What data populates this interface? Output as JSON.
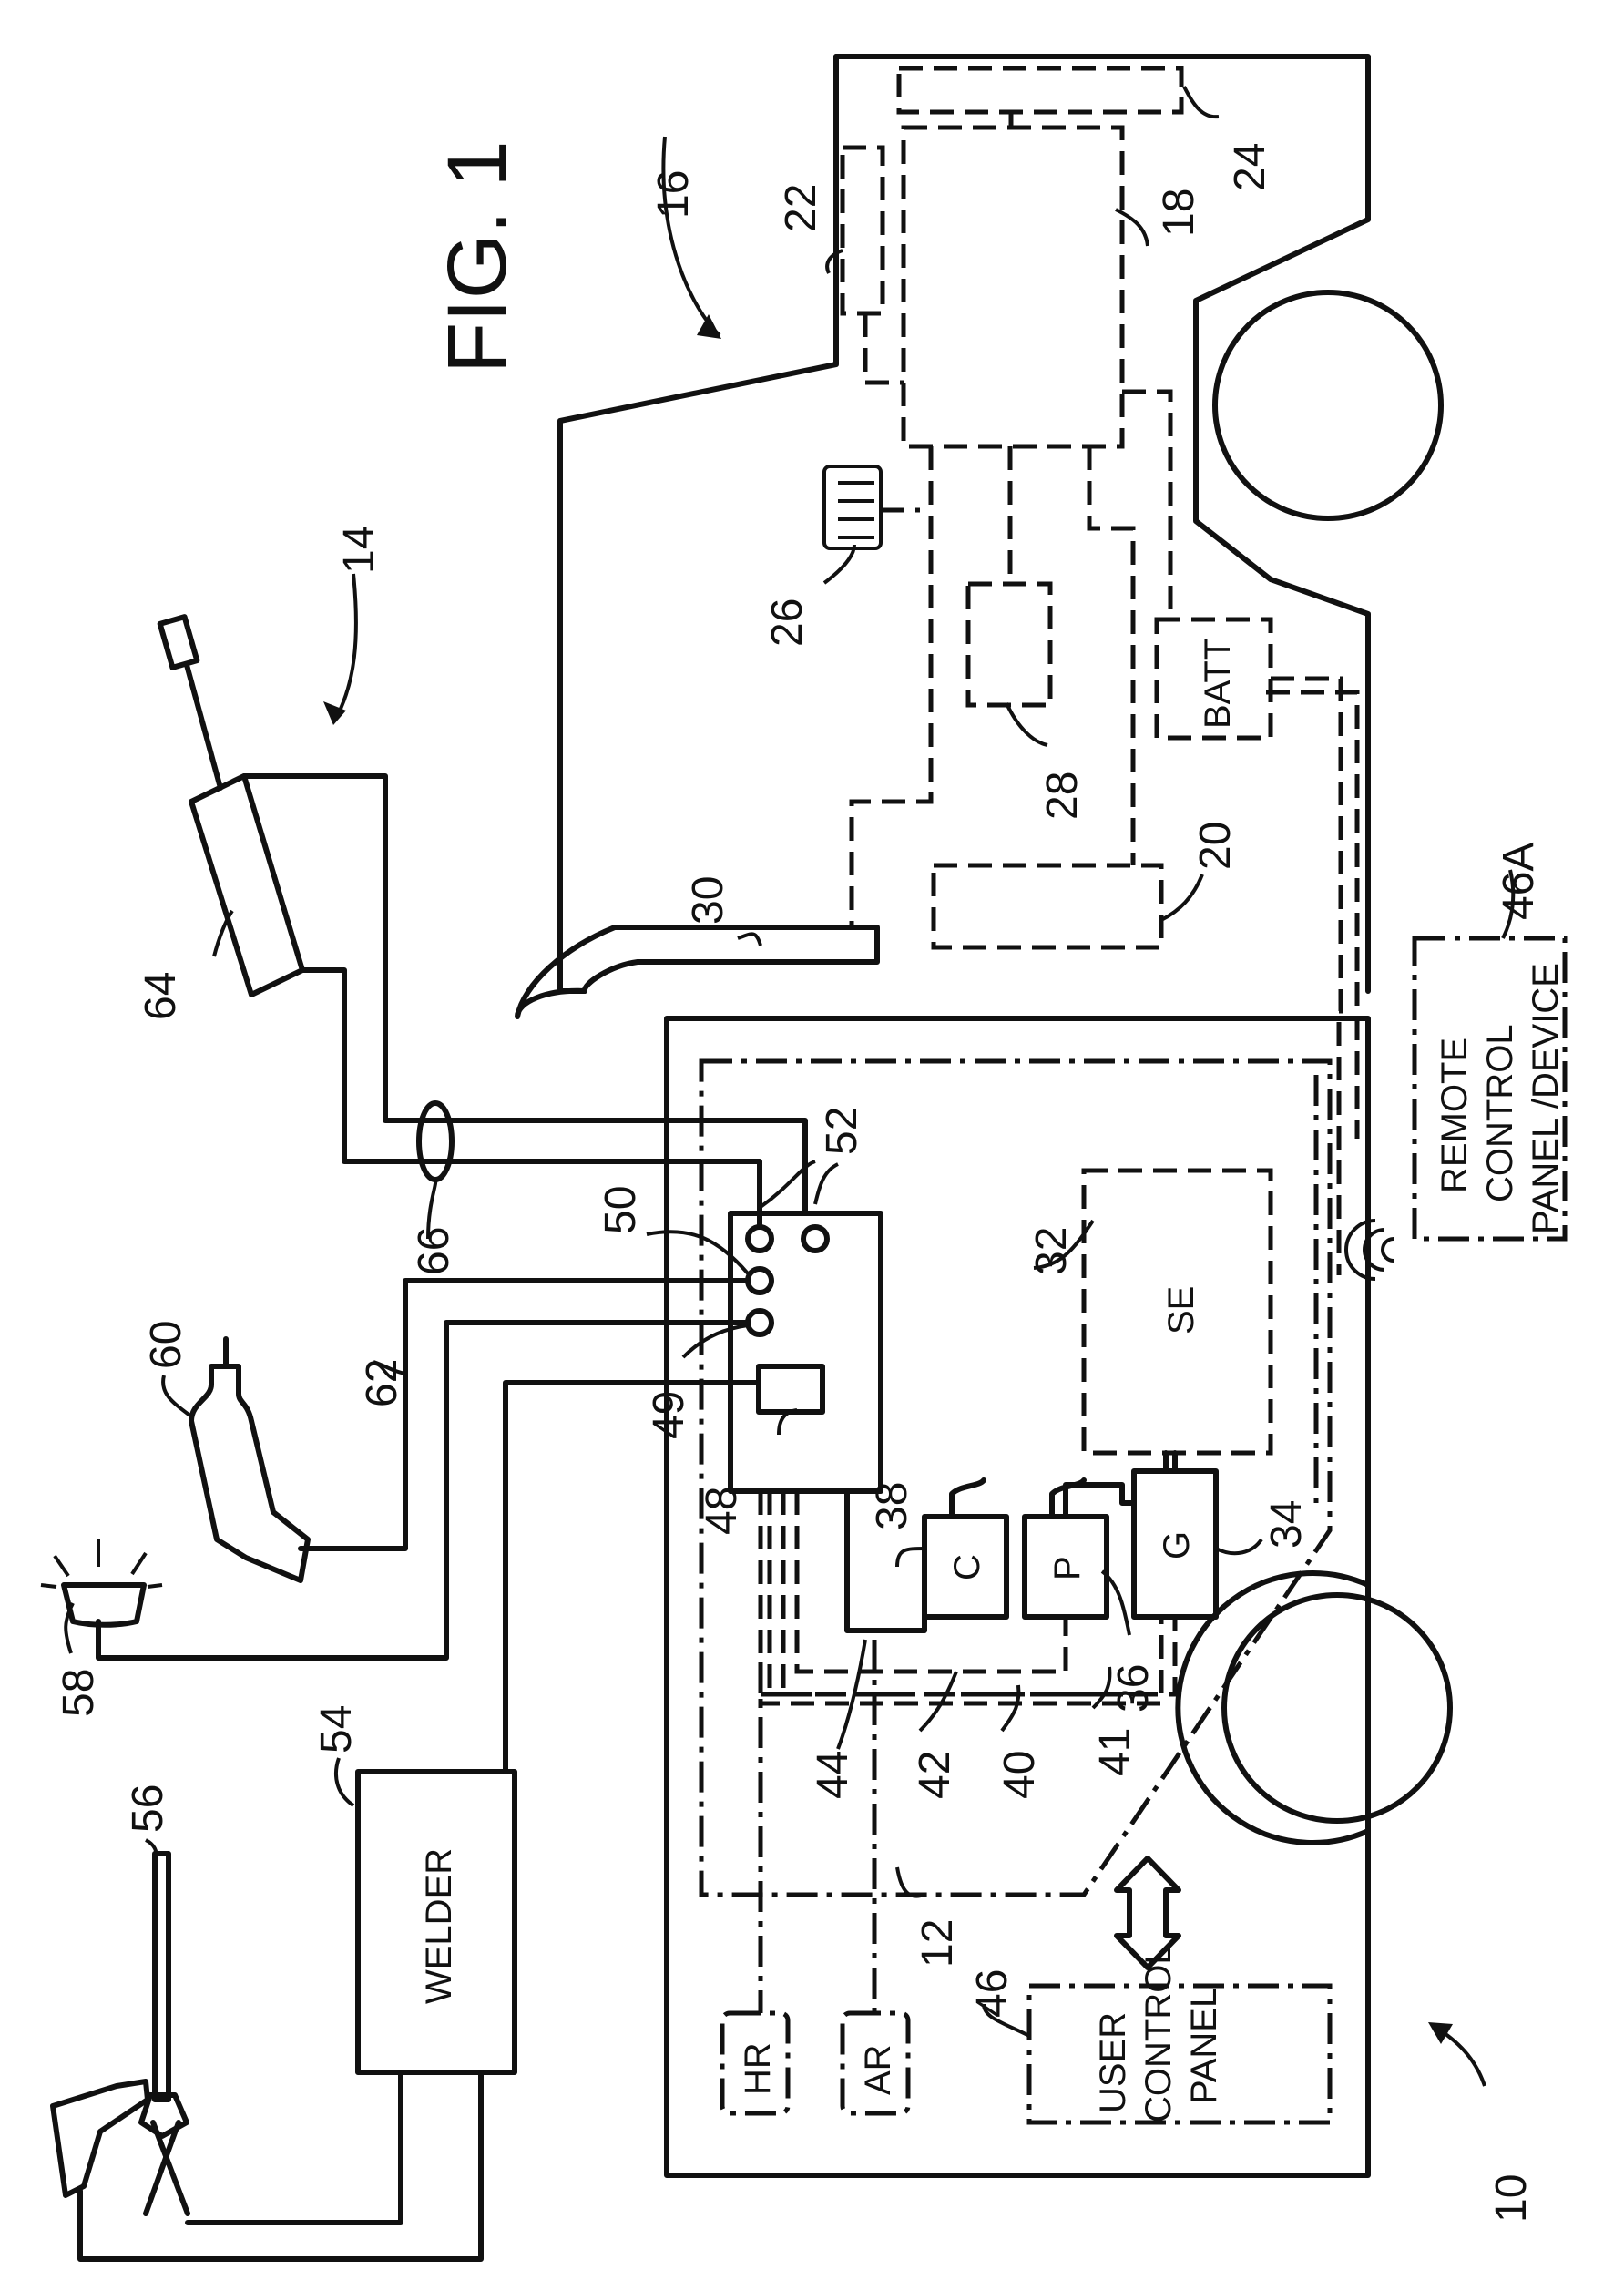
{
  "figure_title": "FIG. 1",
  "refs": {
    "r10": "10",
    "r12": "12",
    "r14": "14",
    "r16": "16",
    "r18": "18",
    "r20": "20",
    "r22": "22",
    "r24": "24",
    "r26": "26",
    "r28": "28",
    "r30": "30",
    "r32": "32",
    "r34": "34",
    "r36": "36",
    "r38": "38",
    "r40": "40",
    "r41": "41",
    "r42": "42",
    "r44": "44",
    "r46": "46",
    "r46a": "46A",
    "r48": "48",
    "r49": "49",
    "r50": "50",
    "r52": "52",
    "r54": "54",
    "r56": "56",
    "r58": "58",
    "r60": "60",
    "r62": "62",
    "r64": "64",
    "r66": "66"
  },
  "blocks": {
    "battery": "BATT",
    "energy_storage": "SE",
    "compressor": "C",
    "pump": "P",
    "generator": "G",
    "welder": "WELDER",
    "hydraulic_reservoir": "HR",
    "air_reservoir": "AR",
    "user_panel_line1": "USER",
    "user_panel_line2": "CONTROL",
    "user_panel_line3": "PANEL",
    "remote_panel_line1": "REMOTE",
    "remote_panel_line2": "CONTROL",
    "remote_panel_line3": "PANEL /DEVICE"
  }
}
